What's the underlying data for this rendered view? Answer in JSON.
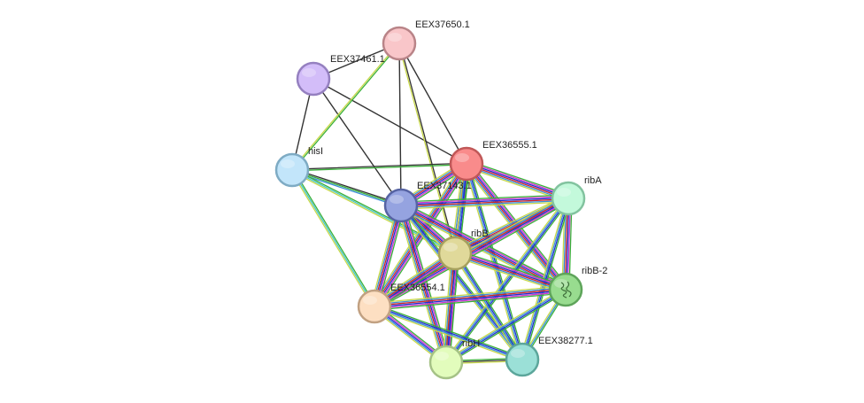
{
  "network": {
    "nodes": [
      {
        "id": "EEX37650.1",
        "label": "EEX37650.1",
        "fill": "#f9c6c9",
        "stroke": "#b98488"
      },
      {
        "id": "EEX37461.1",
        "label": "EEX37461.1",
        "fill": "#d3bdf9",
        "stroke": "#9580c0"
      },
      {
        "id": "hisI",
        "label": "hisI",
        "fill": "#c2e5fa",
        "stroke": "#7eabc4"
      },
      {
        "id": "EEX36555.1",
        "label": "EEX36555.1",
        "fill": "#f98b8b",
        "stroke": "#c05858"
      },
      {
        "id": "EEX37143.1",
        "label": "EEX37143.1",
        "fill": "#95a3e0",
        "stroke": "#5663a3"
      },
      {
        "id": "ribA",
        "label": "ribA",
        "fill": "#c3f9db",
        "stroke": "#82c39f"
      },
      {
        "id": "ribB",
        "label": "ribB",
        "fill": "#e0d99a",
        "stroke": "#a6a05e"
      },
      {
        "id": "ribB-2",
        "label": "ribB-2",
        "fill": "#98dc8f",
        "stroke": "#5ea45a",
        "has_structure": true
      },
      {
        "id": "EEX36554.1",
        "label": "EEX36554.1",
        "fill": "#fddfc2",
        "stroke": "#c1a182"
      },
      {
        "id": "ribH",
        "label": "ribH",
        "fill": "#e2fcbc",
        "stroke": "#a5c286"
      },
      {
        "id": "EEX38277.1",
        "label": "EEX38277.1",
        "fill": "#9be0d7",
        "stroke": "#5ca69b"
      }
    ],
    "edges": [
      {
        "a": "EEX37461.1",
        "b": "EEX37650.1",
        "colors": [
          "#333333"
        ]
      },
      {
        "a": "EEX37461.1",
        "b": "hisI",
        "colors": [
          "#333333"
        ]
      },
      {
        "a": "EEX37461.1",
        "b": "EEX36555.1",
        "colors": [
          "#333333"
        ]
      },
      {
        "a": "EEX37461.1",
        "b": "EEX37143.1",
        "colors": [
          "#333333"
        ]
      },
      {
        "a": "EEX37650.1",
        "b": "EEX36555.1",
        "colors": [
          "#333333"
        ]
      },
      {
        "a": "EEX37650.1",
        "b": "EEX37143.1",
        "colors": [
          "#333333"
        ]
      },
      {
        "a": "EEX37650.1",
        "b": "ribB",
        "colors": [
          "#333333",
          "#c8d84a"
        ]
      },
      {
        "a": "EEX37650.1",
        "b": "hisI",
        "colors": [
          "#3ab03a",
          "#c8d84a"
        ]
      },
      {
        "a": "hisI",
        "b": "EEX36555.1",
        "colors": [
          "#333333",
          "#3ab03a"
        ]
      },
      {
        "a": "hisI",
        "b": "EEX37143.1",
        "colors": [
          "#333333",
          "#3ab03a",
          "#3a8fd8"
        ]
      },
      {
        "a": "hisI",
        "b": "ribB",
        "colors": [
          "#3ab03a",
          "#48c6c6",
          "#c8d84a"
        ]
      },
      {
        "a": "hisI",
        "b": "EEX36554.1",
        "colors": [
          "#3ab03a",
          "#48c6c6",
          "#c8d84a"
        ]
      },
      {
        "a": "EEX36555.1",
        "b": "EEX37143.1",
        "colors": [
          "#3ab03a",
          "#d03ad0",
          "#1f2fd0",
          "#d02828",
          "#3a8fd8",
          "#c8d84a"
        ]
      },
      {
        "a": "EEX36555.1",
        "b": "ribA",
        "colors": [
          "#3ab03a",
          "#d03ad0",
          "#1f2fd0",
          "#d02828",
          "#3a8fd8",
          "#c8d84a"
        ]
      },
      {
        "a": "EEX36555.1",
        "b": "ribB",
        "colors": [
          "#3ab03a",
          "#d03ad0",
          "#1f2fd0",
          "#d02828",
          "#3a8fd8",
          "#c8d84a"
        ]
      },
      {
        "a": "EEX36555.1",
        "b": "ribB-2",
        "colors": [
          "#3ab03a",
          "#d03ad0",
          "#1f2fd0",
          "#d02828",
          "#3a8fd8",
          "#c8d84a"
        ]
      },
      {
        "a": "EEX36555.1",
        "b": "EEX36554.1",
        "colors": [
          "#3ab03a",
          "#d03ad0",
          "#1f2fd0",
          "#d02828",
          "#3a8fd8",
          "#c8d84a"
        ]
      },
      {
        "a": "EEX36555.1",
        "b": "ribH",
        "colors": [
          "#3ab03a",
          "#1f2fd0",
          "#3a8fd8",
          "#c8d84a"
        ]
      },
      {
        "a": "EEX36555.1",
        "b": "EEX38277.1",
        "colors": [
          "#3ab03a",
          "#1f2fd0",
          "#3a8fd8",
          "#c8d84a"
        ]
      },
      {
        "a": "EEX37143.1",
        "b": "ribA",
        "colors": [
          "#3ab03a",
          "#d03ad0",
          "#1f2fd0",
          "#d02828",
          "#3a8fd8",
          "#c8d84a"
        ]
      },
      {
        "a": "EEX37143.1",
        "b": "ribB",
        "colors": [
          "#3ab03a",
          "#d03ad0",
          "#1f2fd0",
          "#d02828",
          "#3a8fd8",
          "#c8d84a"
        ]
      },
      {
        "a": "EEX37143.1",
        "b": "ribB-2",
        "colors": [
          "#3ab03a",
          "#d03ad0",
          "#1f2fd0",
          "#d02828",
          "#3a8fd8",
          "#c8d84a"
        ]
      },
      {
        "a": "EEX37143.1",
        "b": "EEX36554.1",
        "colors": [
          "#3ab03a",
          "#d03ad0",
          "#1f2fd0",
          "#d02828",
          "#3a8fd8",
          "#c8d84a"
        ]
      },
      {
        "a": "EEX37143.1",
        "b": "ribH",
        "colors": [
          "#3ab03a",
          "#d03ad0",
          "#1f2fd0",
          "#d02828",
          "#3a8fd8",
          "#c8d84a"
        ]
      },
      {
        "a": "EEX37143.1",
        "b": "EEX38277.1",
        "colors": [
          "#3ab03a",
          "#1f2fd0",
          "#3a8fd8",
          "#c8d84a"
        ]
      },
      {
        "a": "ribA",
        "b": "ribB",
        "colors": [
          "#3ab03a",
          "#d03ad0",
          "#1f2fd0",
          "#d02828",
          "#3a8fd8",
          "#c8d84a"
        ]
      },
      {
        "a": "ribA",
        "b": "ribB-2",
        "colors": [
          "#3ab03a",
          "#d03ad0",
          "#1f2fd0",
          "#d02828",
          "#3a8fd8",
          "#c8d84a"
        ]
      },
      {
        "a": "ribA",
        "b": "EEX36554.1",
        "colors": [
          "#3ab03a",
          "#d03ad0",
          "#1f2fd0",
          "#d02828",
          "#3a8fd8",
          "#c8d84a"
        ]
      },
      {
        "a": "ribA",
        "b": "ribH",
        "colors": [
          "#3ab03a",
          "#1f2fd0",
          "#3a8fd8",
          "#c8d84a"
        ]
      },
      {
        "a": "ribA",
        "b": "EEX38277.1",
        "colors": [
          "#3ab03a",
          "#1f2fd0",
          "#3a8fd8",
          "#c8d84a"
        ]
      },
      {
        "a": "ribB",
        "b": "ribB-2",
        "colors": [
          "#3ab03a",
          "#d03ad0",
          "#1f2fd0",
          "#d02828",
          "#3a8fd8",
          "#c8d84a"
        ]
      },
      {
        "a": "ribB",
        "b": "EEX36554.1",
        "colors": [
          "#3ab03a",
          "#d03ad0",
          "#1f2fd0",
          "#d02828",
          "#3a8fd8",
          "#c8d84a"
        ]
      },
      {
        "a": "ribB",
        "b": "ribH",
        "colors": [
          "#3ab03a",
          "#d03ad0",
          "#1f2fd0",
          "#d02828",
          "#3a8fd8",
          "#c8d84a"
        ]
      },
      {
        "a": "ribB",
        "b": "EEX38277.1",
        "colors": [
          "#3ab03a",
          "#1f2fd0",
          "#3a8fd8",
          "#c8d84a"
        ]
      },
      {
        "a": "ribB-2",
        "b": "EEX36554.1",
        "colors": [
          "#3ab03a",
          "#d03ad0",
          "#1f2fd0",
          "#d02828",
          "#3a8fd8",
          "#c8d84a"
        ]
      },
      {
        "a": "ribB-2",
        "b": "ribH",
        "colors": [
          "#3ab03a",
          "#1f2fd0",
          "#3a8fd8",
          "#c8d84a"
        ]
      },
      {
        "a": "ribB-2",
        "b": "EEX38277.1",
        "colors": [
          "#3ab03a",
          "#3a8fd8",
          "#c8d84a"
        ]
      },
      {
        "a": "EEX36554.1",
        "b": "ribH",
        "colors": [
          "#3ab03a",
          "#d03ad0",
          "#1f2fd0",
          "#3a8fd8",
          "#c8d84a"
        ]
      },
      {
        "a": "EEX36554.1",
        "b": "EEX38277.1",
        "colors": [
          "#3ab03a",
          "#1f2fd0",
          "#3a8fd8",
          "#c8d84a"
        ]
      },
      {
        "a": "ribH",
        "b": "EEX38277.1",
        "colors": [
          "#3ab03a",
          "#333333",
          "#c8d84a"
        ]
      }
    ]
  }
}
